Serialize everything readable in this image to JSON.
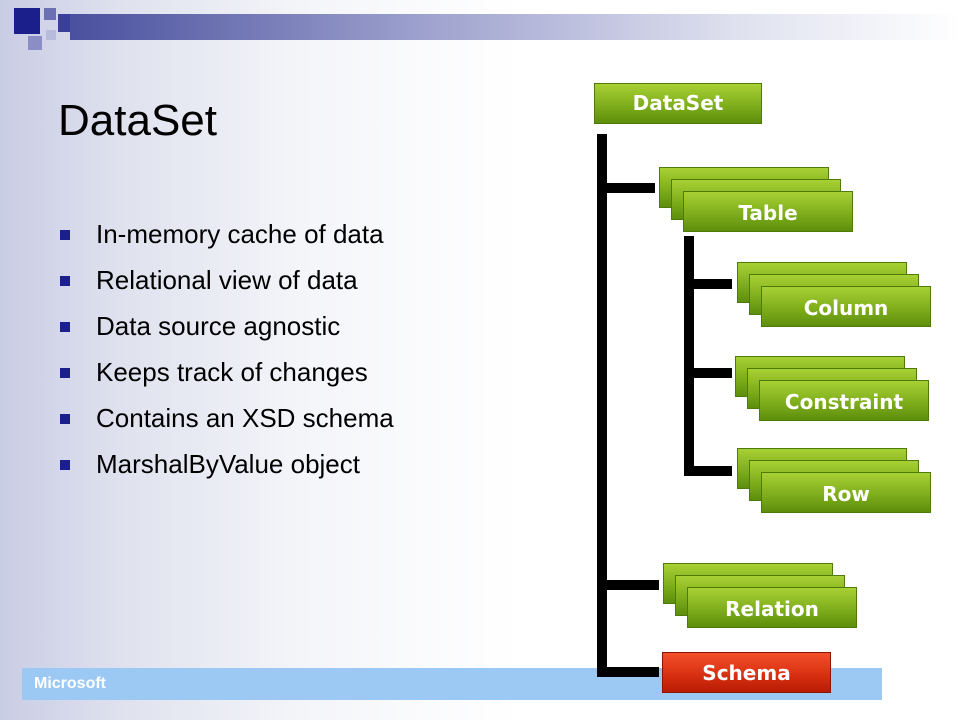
{
  "slide": {
    "title": "DataSet",
    "bullets": [
      "In-memory cache of data",
      "Relational view of data",
      "Data source agnostic",
      "Keeps track of changes",
      "Contains an XSD schema",
      "MarshalByValue object"
    ],
    "footer": "Microsoft"
  },
  "diagram": {
    "root": "DataSet",
    "table": "Table",
    "column": "Column",
    "constraint": "Constraint",
    "row": "Row",
    "relation": "Relation",
    "schema": "Schema"
  },
  "colors": {
    "box_green": "#7fae1c",
    "box_red": "#d62e10",
    "bullet_blue": "#1a1f8c",
    "footer_bar": "#9cc9f4"
  }
}
